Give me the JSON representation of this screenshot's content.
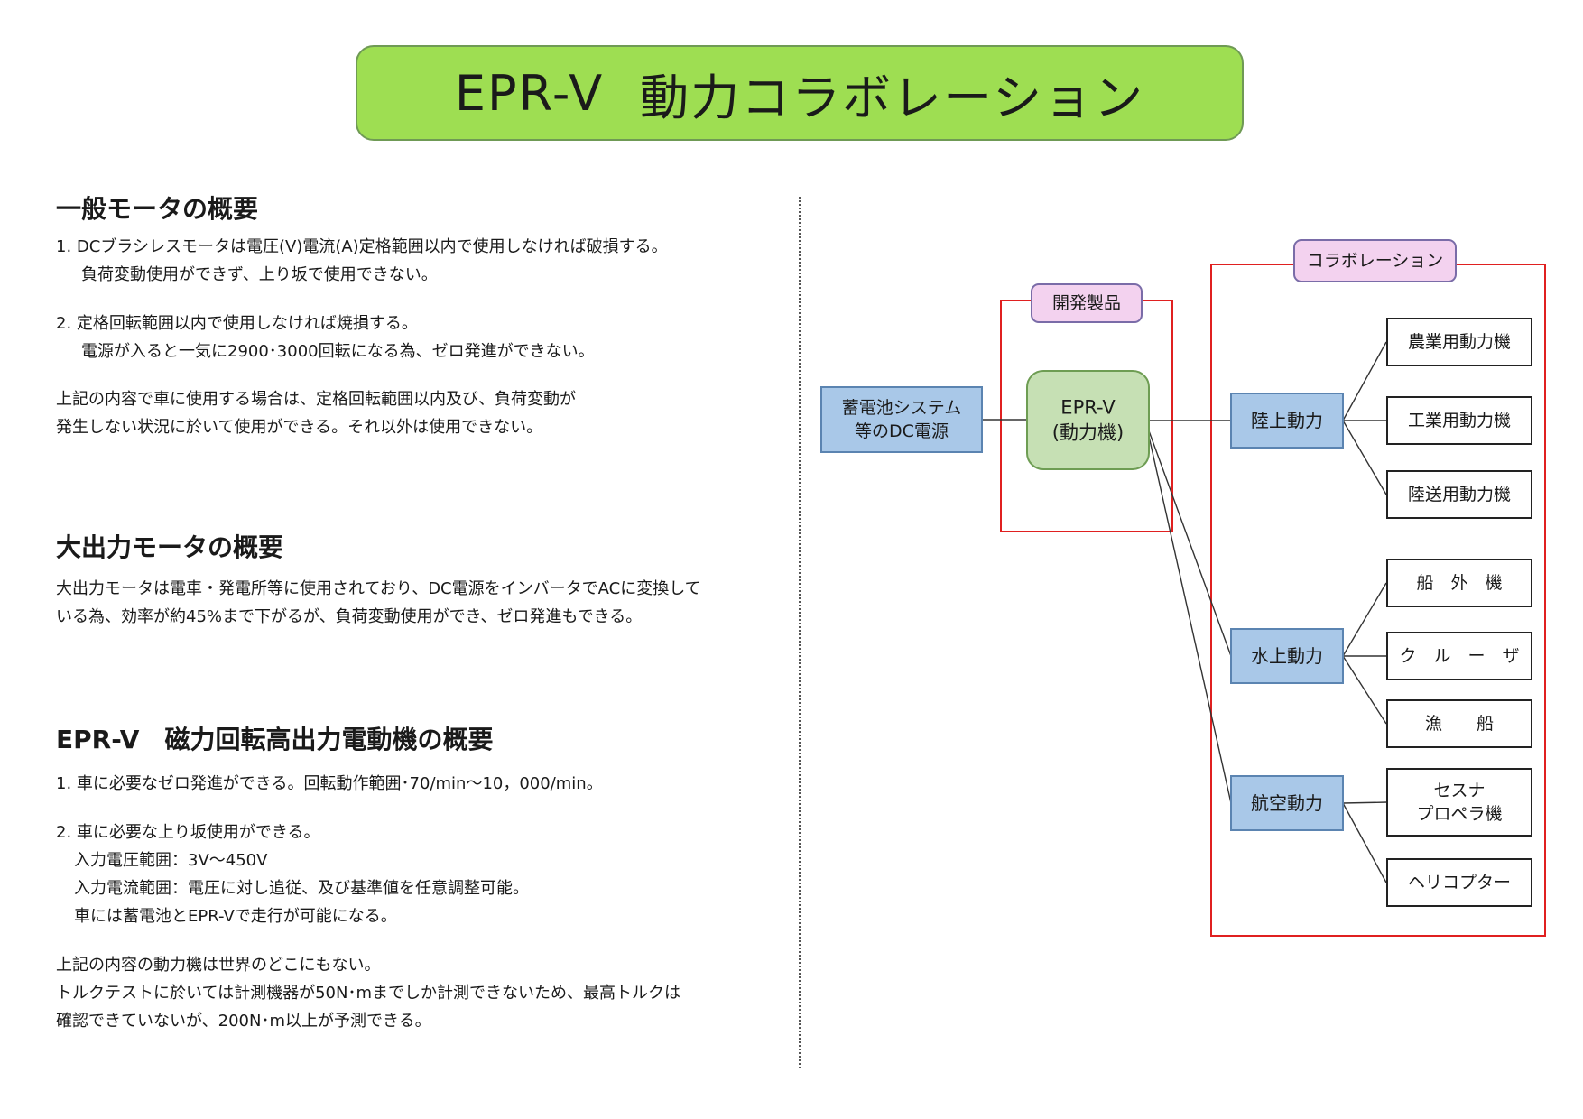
{
  "title": {
    "left": "EPR-V",
    "right": "動力コラボレーション"
  },
  "sections": [
    {
      "heading": "一般モータの概要",
      "items": [
        "1. DCブラシレスモータは電圧(V)電流(A)定格範囲以内で使用しなければ破損する。",
        "負荷変動使用ができず、上り坂で使用できない。",
        "2. 定格回転範囲以内で使用しなければ焼損する。",
        "電源が入ると一気に2900･3000回転になる為、ゼロ発進ができない。",
        "上記の内容で車に使用する場合は、定格回転範囲以内及び、負荷変動が",
        "発生しない状況に於いて使用ができる。それ以外は使用できない。"
      ]
    },
    {
      "heading": "大出力モータの概要",
      "items": [
        "大出力モータは電車・発電所等に使用されており、DC電源をインバータでACに変換して",
        "いる為、効率が約45%まで下がるが、負荷変動使用ができ、ゼロ発進もできる。"
      ]
    },
    {
      "heading": "EPR-V　磁力回転高出力電動機の概要",
      "items": [
        "1. 車に必要なゼロ発進ができる。回転動作範囲･70/min～10，000/min。",
        "2. 車に必要な上り坂使用ができる。",
        "入力電圧範囲：3V～450V",
        "入力電流範囲：電圧に対し追従、及び基準値を任意調整可能。",
        "車には蓄電池とEPR-Vで走行が可能になる。",
        "上記の内容の動力機は世界のどこにもない。",
        "トルクテストに於いては計測機器が50N･mまでしか計測できないため、最高トルクは",
        "確認できていないが、200N･m以上が予測できる。"
      ]
    }
  ],
  "diagram": {
    "group_labels": {
      "development": "開発製品",
      "collaboration": "コラボレーション"
    },
    "source": [
      "蓄電池システム",
      "等のDC電源"
    ],
    "product": [
      "EPR-V",
      "(動力機)"
    ],
    "categories": [
      {
        "label": "陸上動力",
        "children": [
          [
            "農業用動力機"
          ],
          [
            "工業用動力機"
          ],
          [
            "陸送用動力機"
          ]
        ]
      },
      {
        "label": "水上動力",
        "children": [
          [
            "船　外　機"
          ],
          [
            "ク　ル　ー　ザ"
          ],
          [
            "漁　　船"
          ]
        ]
      },
      {
        "label": "航空動力",
        "children": [
          [
            "セスナ",
            "プロペラ機"
          ],
          [
            "ヘリコプター"
          ]
        ]
      }
    ],
    "colors": {
      "blue_fill": "#a9c8e8",
      "blue_stroke": "#5b84b1",
      "green_fill": "#c6e0b4",
      "green_stroke": "#6e9d53",
      "pink_fill": "#f3d2ef",
      "pink_stroke": "#7a6ca8",
      "red": "#e02020"
    }
  }
}
